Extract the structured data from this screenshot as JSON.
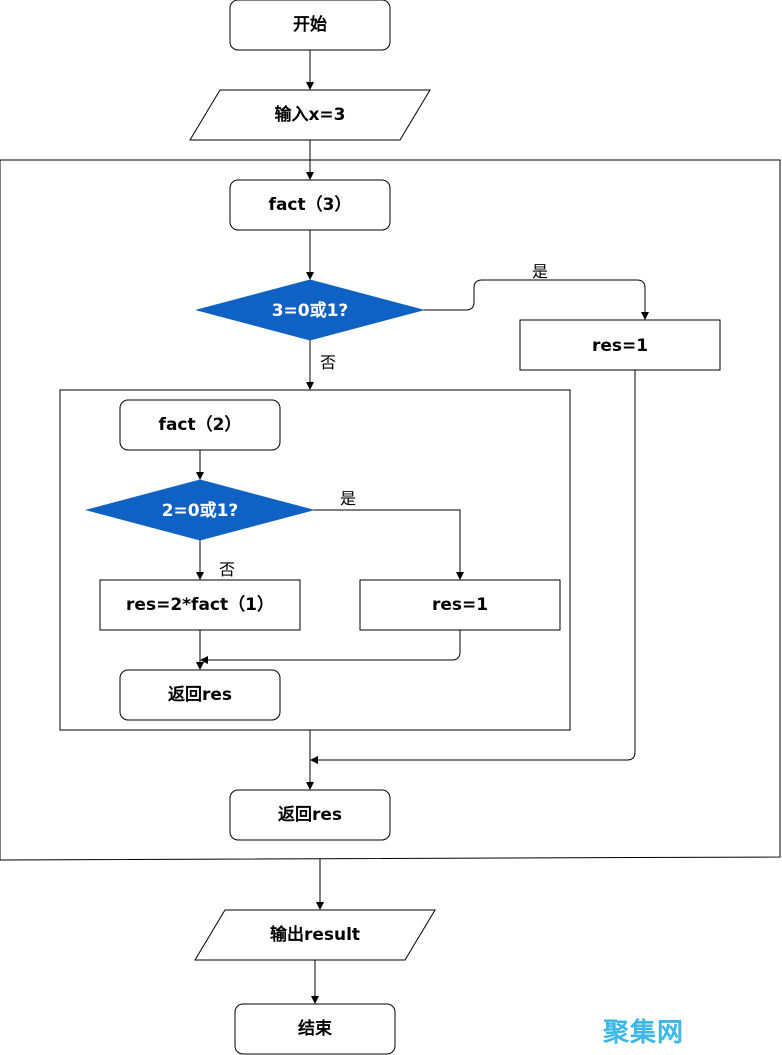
{
  "colors": {
    "decision_fill": "#0f62c3",
    "watermark": "#3bb7e8"
  },
  "nodes": {
    "start": "开始",
    "input": "输入x=3",
    "fact3": "fact（3）",
    "decision3": "3=0或1?",
    "res1_outer": "res=1",
    "fact2": "fact（2）",
    "decision2": "2=0或1?",
    "res_mul": "res=2*fact（1）",
    "res1_inner": "res=1",
    "return_inner": "返回res",
    "return_outer": "返回res",
    "output": "输出result",
    "end": "结束"
  },
  "edge_labels": {
    "yes3": "是",
    "no3": "否",
    "yes2": "是",
    "no2": "否"
  },
  "watermark": "聚集网"
}
